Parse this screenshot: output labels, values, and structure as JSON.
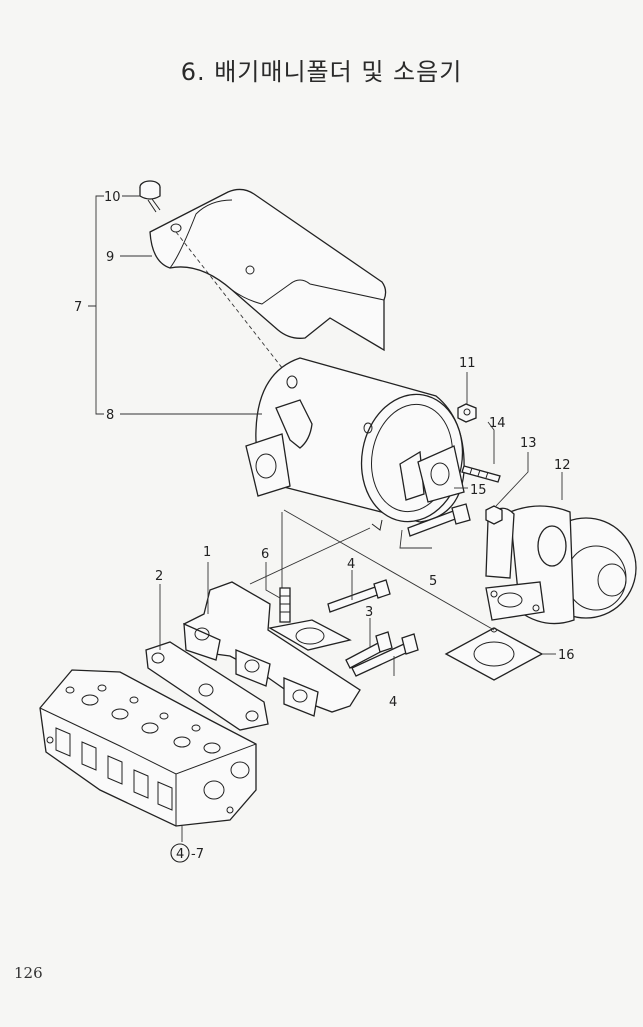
{
  "title": "6. 배기매니폴더 및 소음기",
  "page_number": "126",
  "callouts": {
    "c1": "1",
    "c2": "2",
    "c3": "3",
    "c4a": "4",
    "c4b": "4",
    "c5": "5",
    "c6": "6",
    "c7": "7",
    "c8": "8",
    "c9": "9",
    "c10": "10",
    "c11": "11",
    "c12": "12",
    "c13": "13",
    "c14": "14",
    "c15": "15",
    "c16": "16",
    "ref_circle": "4",
    "ref_suffix": "-7"
  }
}
